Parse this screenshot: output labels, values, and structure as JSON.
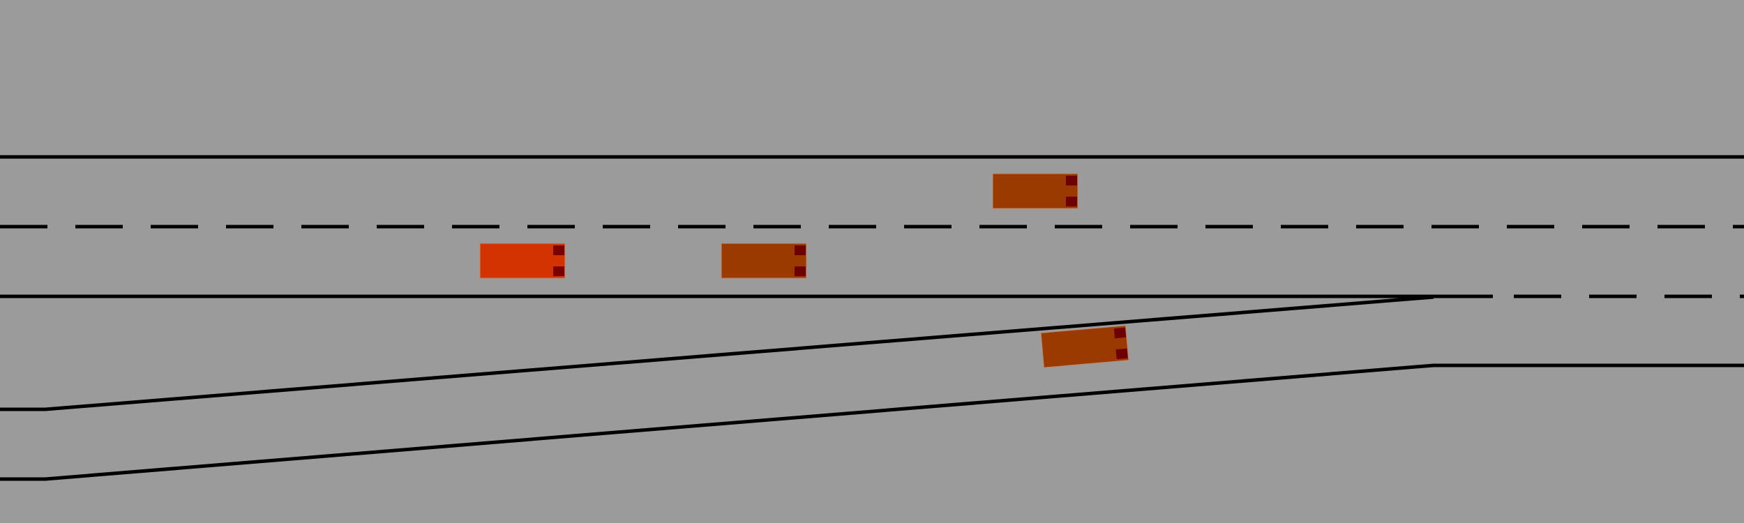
{
  "scene": {
    "background_color": "#9b9b9b",
    "line_color": "#000000"
  },
  "road": {
    "main_lanes": 2,
    "merge_lanes": 1
  },
  "vehicles": [
    {
      "id": "ego",
      "role": "ego-vehicle",
      "body_color": "#d33300",
      "light_color": "#7a0000",
      "lane": "main-right"
    },
    {
      "id": "car-1",
      "role": "other-vehicle",
      "body_color": "#9a3a00",
      "light_color": "#6e0000",
      "lane": "main-right"
    },
    {
      "id": "car-2",
      "role": "other-vehicle",
      "body_color": "#9a3a00",
      "light_color": "#6e0000",
      "lane": "main-left"
    },
    {
      "id": "car-3",
      "role": "other-vehicle",
      "body_color": "#9a3a00",
      "light_color": "#6e0000",
      "lane": "merge-ramp"
    }
  ]
}
